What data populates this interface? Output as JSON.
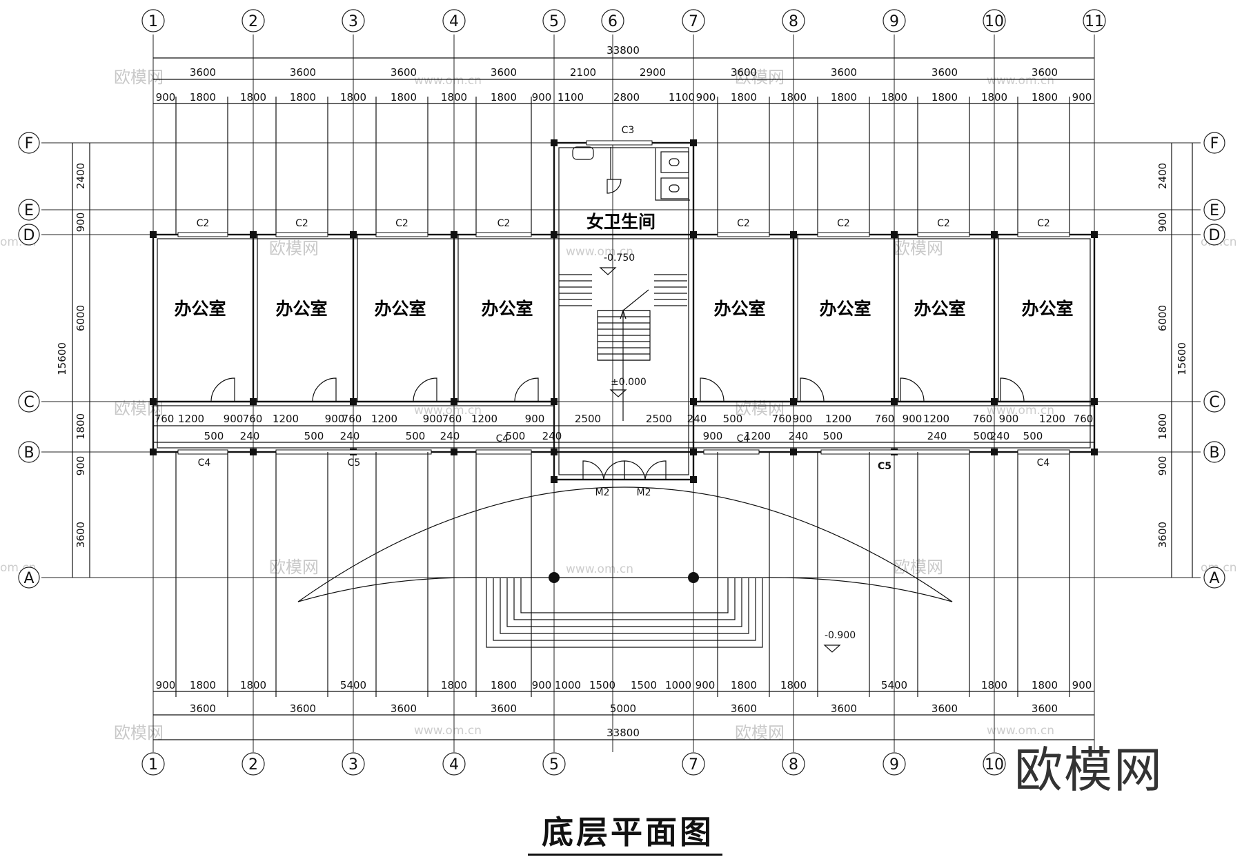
{
  "title": "底层平面图",
  "logo": "欧模网",
  "watermarks": {
    "brand": "欧模网",
    "url": "www.om.cn",
    "url_alt": "om.cn"
  },
  "axes": {
    "numbered": [
      "1",
      "2",
      "3",
      "4",
      "5",
      "6",
      "7",
      "8",
      "9",
      "10",
      "11"
    ],
    "lettered": [
      "A",
      "B",
      "C",
      "D",
      "E",
      "F"
    ]
  },
  "dims_top": {
    "overall": "33800",
    "bays": [
      "3600",
      "3600",
      "3600",
      "3600",
      "2100",
      "2900",
      "3600",
      "3600",
      "3600",
      "3600"
    ],
    "details": [
      "900",
      "1800",
      "1800",
      "1800",
      "1800",
      "1800",
      "1800",
      "1800",
      "900",
      "1100",
      "2800",
      "1100",
      "900",
      "1800",
      "1800",
      "1800",
      "1800",
      "1800",
      "1800",
      "1800",
      "900"
    ]
  },
  "dims_bottom": {
    "overall": "33800",
    "bays": [
      "3600",
      "3600",
      "3600",
      "3600",
      "5000",
      "3600",
      "3600",
      "3600",
      "3600"
    ],
    "details": [
      "900",
      "1800",
      "1800",
      "5400",
      "1800",
      "1800",
      "900",
      "1000",
      "1500",
      "1500",
      "1000",
      "900",
      "1800",
      "1800",
      "5400",
      "1800",
      "1800",
      "900"
    ]
  },
  "dims_side": {
    "overall": "15600",
    "segments": [
      "2400",
      "900",
      "6000",
      "1800",
      "900",
      "3600"
    ]
  },
  "corridor_dims": {
    "row1": [
      "760",
      "1200",
      "900",
      "760",
      "1200",
      "900",
      "760",
      "1200",
      "900",
      "760",
      "1200",
      "900",
      "2500",
      "2500",
      "240",
      "500",
      "760",
      "900",
      "1200",
      "760",
      "900",
      "1200",
      "760",
      "900",
      "1200",
      "760"
    ],
    "row2": [
      "500",
      "240",
      "500",
      "240",
      "500",
      "240",
      "500",
      "240",
      "900",
      "1200",
      "240",
      "500",
      "240",
      "500",
      "240",
      "500"
    ]
  },
  "rooms": {
    "office": "办公室",
    "restroom": "女卫生间"
  },
  "windows": {
    "c2": "C2",
    "c3": "C3",
    "c4": "C4",
    "c5": "C5"
  },
  "doors": {
    "m2": "M2"
  },
  "levels": {
    "stair": "-0.750",
    "floor": "±0.000",
    "ground": "-0.900"
  }
}
